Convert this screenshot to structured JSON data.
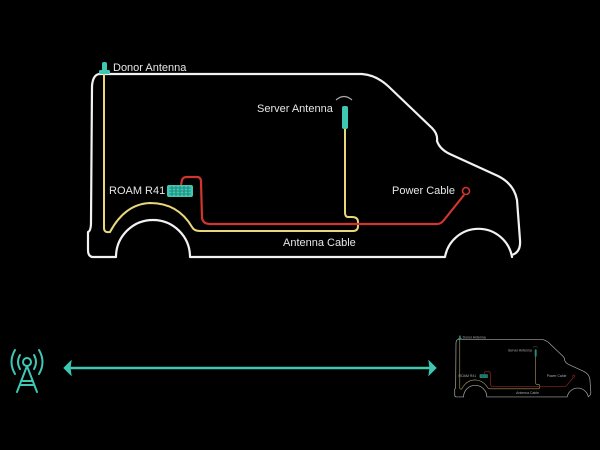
{
  "colors": {
    "background": "#000000",
    "van_outline": "#f2f2f2",
    "antenna_cable": "#e8d77a",
    "power_cable": "#d0362b",
    "accent_teal": "#3ec8b4"
  },
  "van": {
    "labels": {
      "donor_antenna": "Donor Antenna",
      "server_antenna": "Server Antenna",
      "roam": "ROAM R41",
      "power_cable": "Power Cable",
      "antenna_cable": "Antenna Cable"
    }
  },
  "icons": {
    "tower": "cell-tower-icon",
    "arrow": "double-arrow"
  }
}
